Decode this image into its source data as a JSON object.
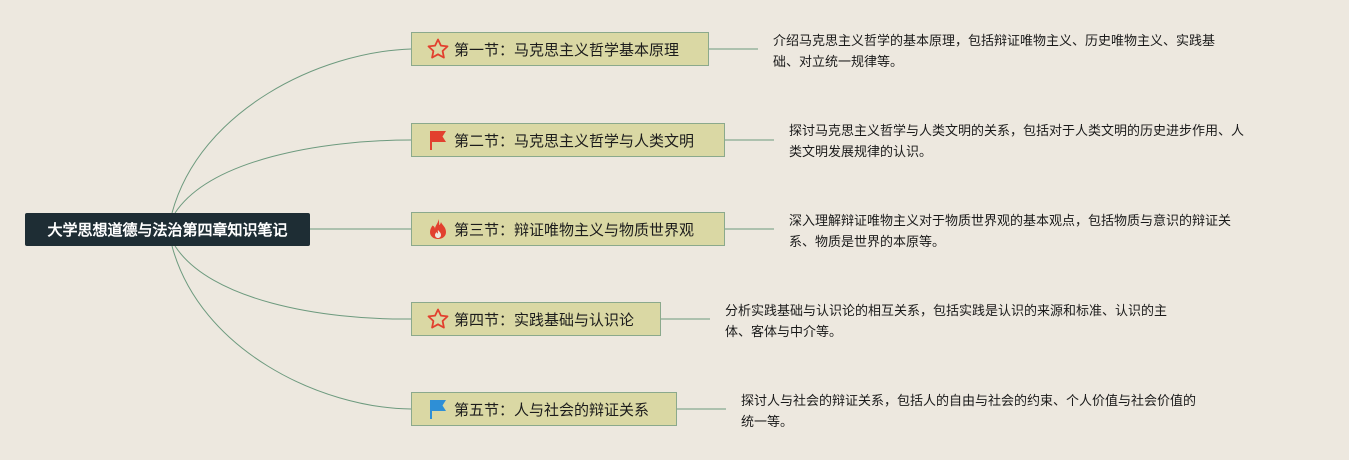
{
  "root": {
    "title": "大学思想道德与法治第四章知识笔记"
  },
  "topics": [
    {
      "icon": "star-icon",
      "title": "第一节：马克思主义哲学基本原理",
      "note_lines": [
        "介绍马克思主义哲学的基本原理，包括辩证唯物主义、历史唯物主义、实践基",
        "础、对立统一规律等。"
      ]
    },
    {
      "icon": "red-flag-icon",
      "title": "第二节：马克思主义哲学与人类文明",
      "note_lines": [
        "探讨马克思主义哲学与人类文明的关系，包括对于人类文明的历史进步作用、人",
        "类文明发展规律的认识。"
      ]
    },
    {
      "icon": "fire-icon",
      "title": "第三节：辩证唯物主义与物质世界观",
      "note_lines": [
        "深入理解辩证唯物主义对于物质世界观的基本观点，包括物质与意识的辩证关",
        "系、物质是世界的本原等。"
      ]
    },
    {
      "icon": "star-icon",
      "title": "第四节：实践基础与认识论",
      "note_lines": [
        "分析实践基础与认识论的相互关系，包括实践是认识的来源和标准、认识的主",
        "体、客体与中介等。"
      ]
    },
    {
      "icon": "blue-flag-icon",
      "title": "第五节：人与社会的辩证关系",
      "note_lines": [
        "探讨人与社会的辩证关系，包括人的自由与社会的约束、个人价值与社会价值的",
        "统一等。"
      ]
    }
  ],
  "colors": {
    "background": "#ede8df",
    "root_fill": "#1e2d34",
    "topic_fill": "#dad8a4",
    "connector": "#6d9a7e",
    "icon_red": "#e2402e",
    "icon_blue": "#2e8fd6"
  }
}
